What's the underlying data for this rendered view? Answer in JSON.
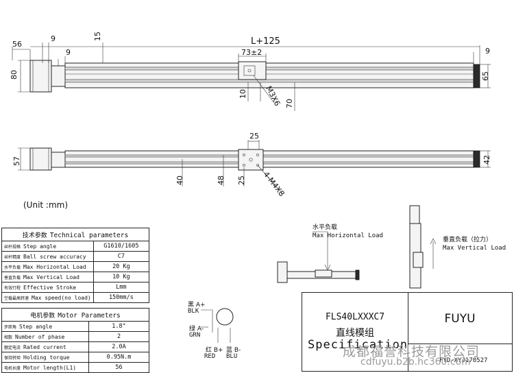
{
  "top_view": {
    "overall_label": "L+125",
    "dims": {
      "left_overhang": "56",
      "motor_height": "80",
      "top_9": "9",
      "top_15": "15",
      "inner_9": "9",
      "carriage_width": "73±2",
      "right_9": "9",
      "right_65": "65",
      "dim_10": "10",
      "screw_m3": "M3X6",
      "dim_70": "70"
    }
  },
  "front_view": {
    "dims": {
      "motor_height": "57",
      "top_25": "25",
      "dim_40": "40",
      "dim_48": "48",
      "dim_25": "25",
      "screw_m4": "4-M4X8",
      "right_42": "42"
    }
  },
  "unit_note": "(Unit :mm)",
  "technical_parameters": {
    "header_cn": "技术参数",
    "header_en": "Technical parameters",
    "rows": [
      {
        "cn": "丝杆规格",
        "en": "Step angle",
        "value": "G1610/1605"
      },
      {
        "cn": "丝杆精度",
        "en": "Ball screw accuracy",
        "value": "C7"
      },
      {
        "cn": "水平负载",
        "en": "Max Horizontal Load",
        "value": "20 Kg"
      },
      {
        "cn": "垂直负载",
        "en": "Max Vertical Load",
        "value": "10 Kg"
      },
      {
        "cn": "有效行程",
        "en": "Effective Stroke",
        "value": "Lmm"
      },
      {
        "cn": "空载最高转速",
        "en": "Max speed(no load)",
        "value": "150mm/s"
      }
    ]
  },
  "motor_parameters": {
    "header_cn": "电机参数",
    "header_en": "Motor Parameters",
    "rows": [
      {
        "cn": "步距角",
        "en": "Step angle",
        "value": "1.8°"
      },
      {
        "cn": "相数",
        "en": "Number of phase",
        "value": "2"
      },
      {
        "cn": "额定电流",
        "en": "Rated current",
        "value": "2.0A"
      },
      {
        "cn": "保持转矩",
        "en": "Holding torque",
        "value": "0.95N.m"
      },
      {
        "cn": "电机长度",
        "en": "Motor length(L1)",
        "value": "56"
      }
    ]
  },
  "wiring": {
    "a_plus_cn": "黑 A+",
    "a_plus": "BLK",
    "a_minus_cn": "绿 A-",
    "a_minus": "GRN",
    "b_plus_cn": "红 B+",
    "b_plus": "RED",
    "b_minus_cn": "蓝 B-",
    "b_minus": "BLU"
  },
  "load_diagrams": {
    "horizontal_cn": "水平负载",
    "horizontal_en": "Max Horizontal Load",
    "vertical_cn": "垂直负载（拉力）",
    "vertical_en": "Max Vertical Load"
  },
  "title_block": {
    "model": "FLS40LXXXC7",
    "name_cn": "直线模组",
    "spec": "Specification",
    "brand": "FUYU",
    "drawing_no": "FYD-XYJ170527"
  },
  "watermark": {
    "company": "成都福誉科技有限公司",
    "url": "cdfuyu.b2b.hc360.com"
  },
  "colors": {
    "line": "#222222",
    "rail_fill": "#f4f4f4",
    "watermark": "#9a9a9a"
  }
}
